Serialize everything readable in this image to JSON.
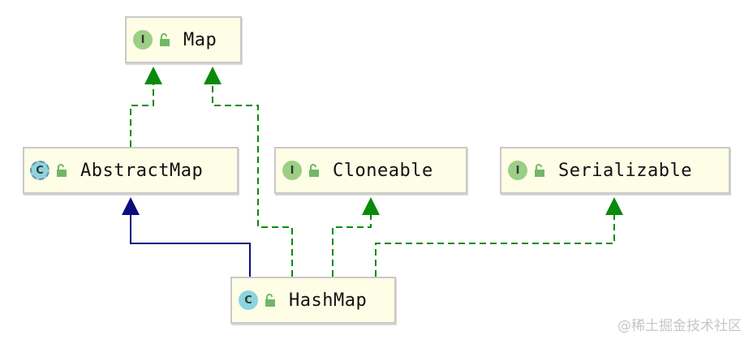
{
  "diagram": {
    "nodes": {
      "map": {
        "label": "Map",
        "kind": "interface",
        "badge": "I"
      },
      "abstract_map": {
        "label": "AbstractMap",
        "kind": "abstract-class",
        "badge": "C"
      },
      "cloneable": {
        "label": "Cloneable",
        "kind": "interface",
        "badge": "I"
      },
      "serializable": {
        "label": "Serializable",
        "kind": "interface",
        "badge": "I"
      },
      "hash_map": {
        "label": "HashMap",
        "kind": "class",
        "badge": "C"
      }
    },
    "edges": [
      {
        "from": "AbstractMap",
        "to": "Map",
        "type": "implements"
      },
      {
        "from": "HashMap",
        "to": "Map",
        "type": "implements"
      },
      {
        "from": "HashMap",
        "to": "AbstractMap",
        "type": "extends"
      },
      {
        "from": "HashMap",
        "to": "Cloneable",
        "type": "implements"
      },
      {
        "from": "HashMap",
        "to": "Serializable",
        "type": "implements"
      }
    ],
    "colors": {
      "implements": "#0a8a0a",
      "extends": "#0b0b80",
      "node_fill": "#fefee6",
      "interface_badge": "#9bcf86",
      "class_badge": "#8ed3e0"
    }
  },
  "watermark": "@稀土掘金技术社区"
}
